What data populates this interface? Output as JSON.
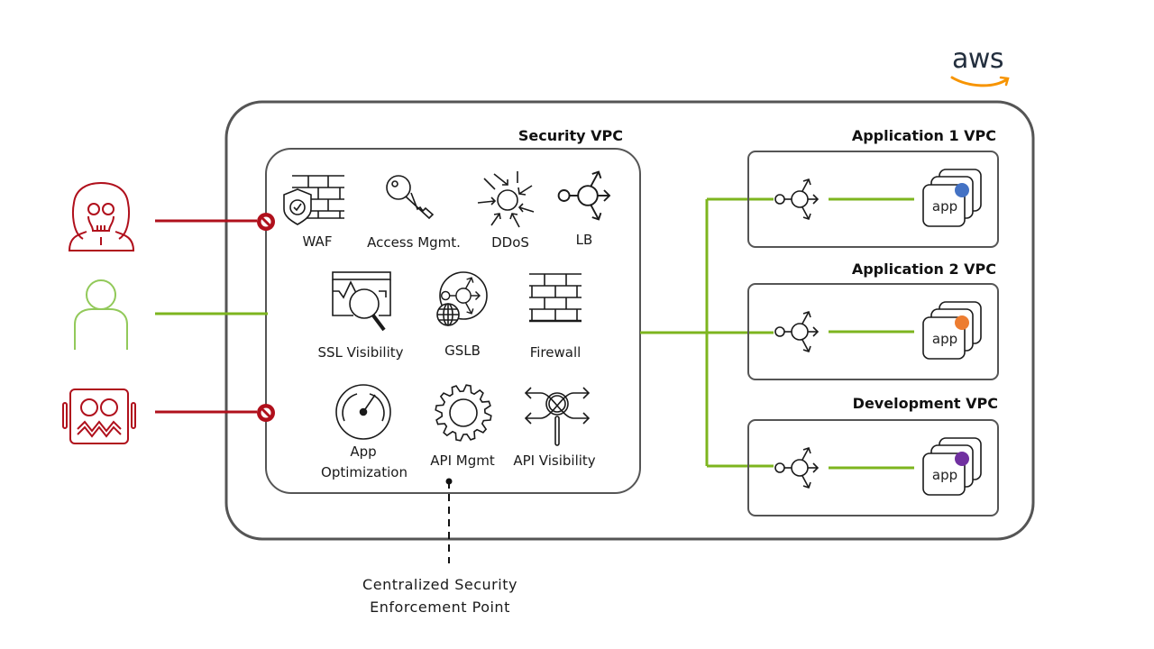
{
  "brand": {
    "logo_text": "aws",
    "smile_color": "#f79400",
    "text_color": "#232f3e"
  },
  "colors": {
    "blocked": "#b0101c",
    "allowed": "#7db51f",
    "allowed_user": "#92c95a",
    "border": "#555555",
    "icon_stroke": "#1a1a1a"
  },
  "actors": [
    {
      "name": "hacker",
      "icon": "hooded-skull-icon",
      "status": "blocked"
    },
    {
      "name": "legitimate-user",
      "icon": "user-icon",
      "status": "allowed"
    },
    {
      "name": "bad-bot",
      "icon": "bot-icon",
      "status": "blocked"
    }
  ],
  "security_vpc": {
    "title": "Security VPC",
    "services": [
      {
        "label": "WAF",
        "icon": "waf-shield-wall-icon"
      },
      {
        "label": "Access Mgmt.",
        "icon": "key-icon"
      },
      {
        "label": "DDoS",
        "icon": "ddos-icon"
      },
      {
        "label": "LB",
        "icon": "load-balancer-icon"
      },
      {
        "label": "SSL Visibility",
        "icon": "ssl-visibility-icon"
      },
      {
        "label": "GSLB",
        "icon": "gslb-icon"
      },
      {
        "label": "Firewall",
        "icon": "firewall-icon"
      },
      {
        "label_line1": "App",
        "label_line2": "Optimization",
        "icon": "gauge-icon"
      },
      {
        "label": "API Mgmt",
        "icon": "gear-icon"
      },
      {
        "label": "API Visibility",
        "icon": "api-visibility-icon"
      }
    ]
  },
  "app_vpcs": [
    {
      "title": "Application  1 VPC",
      "app_label": "app",
      "dot_color": "#4472c4"
    },
    {
      "title": "Application  2 VPC",
      "app_label": "app",
      "dot_color": "#ed7d31"
    },
    {
      "title": "Development VPC",
      "app_label": "app",
      "dot_color": "#7030a0"
    }
  ],
  "annotation": {
    "line1": "Centralized Security",
    "line2": "Enforcement Point"
  }
}
